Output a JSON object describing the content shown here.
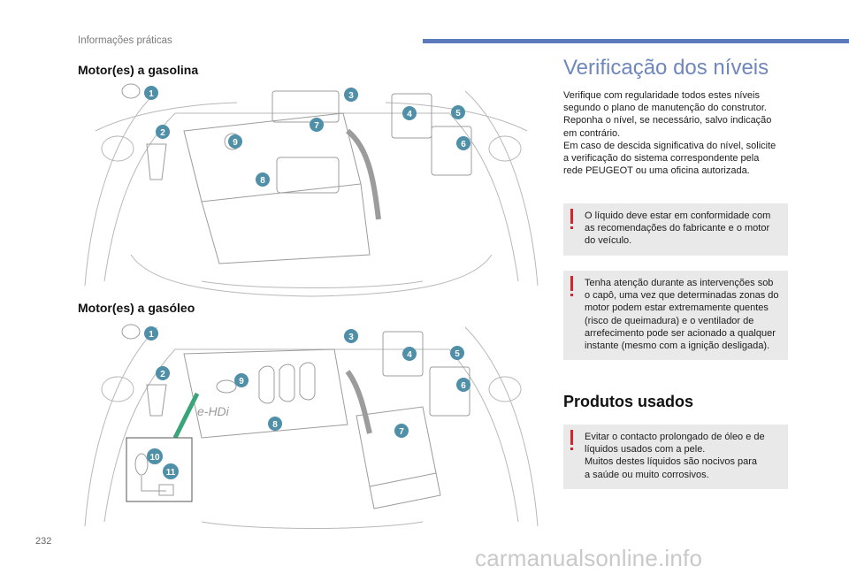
{
  "header": {
    "section_label": "Informações práticas",
    "accent_color": "#5b79bb"
  },
  "page_number": "232",
  "watermark": "carmanualsonline.info",
  "left": {
    "gasoline_heading": "Motor(es) a gasolina",
    "diesel_heading": "Motor(es) a gasóleo",
    "gasoline_callouts": [
      "1",
      "2",
      "3",
      "4",
      "5",
      "6",
      "7",
      "8",
      "9"
    ],
    "diesel_callouts": [
      "1",
      "2",
      "3",
      "4",
      "5",
      "6",
      "7",
      "8",
      "9",
      "10",
      "11"
    ],
    "engine_badge": "e-HDi",
    "callout_color": "#4f8fa8"
  },
  "right": {
    "title": "Verificação dos níveis",
    "intro_lines": [
      "Verifique com regularidade todos estes níveis",
      "segundo o plano de manutenção do construtor.",
      "Reponha o nível, se necessário, salvo indicação",
      "em contrário.",
      "Em caso de descida significativa do nível, solicite",
      "a verificação do sistema correspondente pela",
      "rede PEUGEOT ou uma oficina autorizada."
    ],
    "warning_1_lines": [
      "O líquido deve estar em conformidade com",
      "as recomendações do fabricante e o motor",
      "do veículo."
    ],
    "warning_2_lines": [
      "Tenha atenção durante as intervenções sob",
      "o capô, uma vez que determinadas zonas do",
      "motor podem estar extremamente quentes",
      "(risco de queimadura) e o ventilador de",
      "arrefecimento pode ser acionado a qualquer",
      "instante (mesmo com a ignição desligada)."
    ],
    "products_title": "Produtos usados",
    "warning_3_lines": [
      "Evitar o contacto prolongado de óleo e de",
      "líquidos usados com a pele.",
      "Muitos destes líquidos são nocivos para",
      "a saúde ou muito corrosivos."
    ],
    "warning_color": "#d4262e"
  }
}
